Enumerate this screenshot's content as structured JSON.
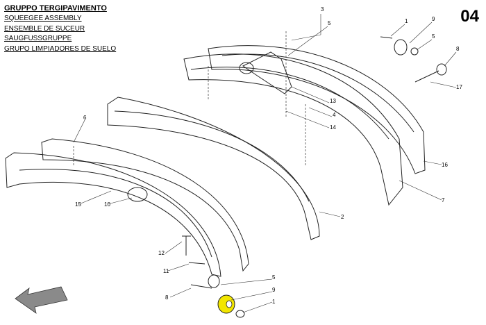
{
  "header": {
    "title": "GRUPPO TERGIPAVIMENTO",
    "subtitles": [
      "SQUEEGEE ASSEMBLY",
      "ENSEMBLE DE SUCEUR",
      "SAUGFUSSGRUPPE",
      "GRUPO LIMPIADORES DE SUELO"
    ],
    "page_number": "04"
  },
  "callouts": [
    "3",
    "5",
    "1",
    "9",
    "5",
    "8",
    "17",
    "13",
    "14",
    "4",
    "6",
    "16",
    "7",
    "2",
    "15",
    "10",
    "12",
    "11",
    "5",
    "9",
    "8",
    "1"
  ],
  "colors": {
    "line": "#222222",
    "highlight": "#f2e600",
    "arrow": "#8a8a8a"
  }
}
